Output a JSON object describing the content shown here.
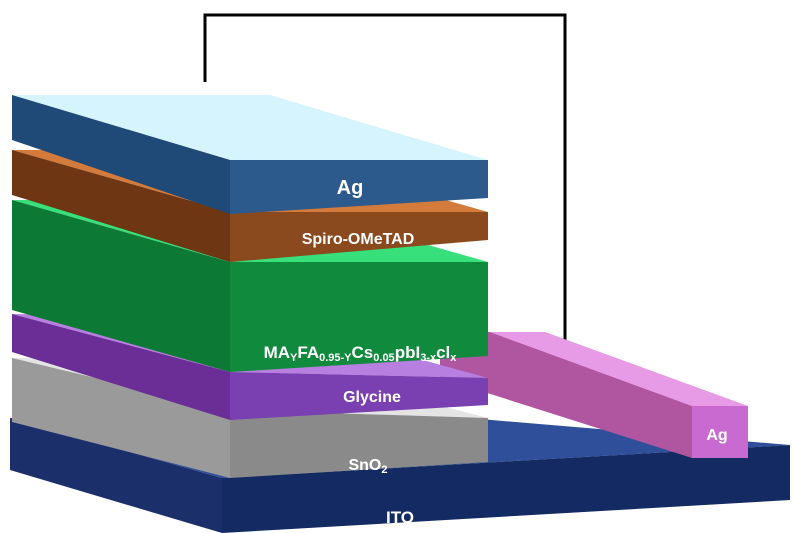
{
  "layers": {
    "top_ag": "Ag",
    "spiro": "Spiro-OMeTAD",
    "perovskite": {
      "p1": "MA",
      "s1": "Y",
      "p2": "FA",
      "s2": "0.95-Y",
      "p3": "Cs",
      "s3": "0.05",
      "p4": "pbI",
      "s4": "3-x",
      "p5": "cl",
      "s5": "x"
    },
    "glycine": "Glycine",
    "sno2": {
      "main": "SnO",
      "sub": "2"
    },
    "side_ag": "Ag",
    "ito": "ITO"
  },
  "colors": {
    "ito": "#1f3a7a",
    "sno2": "#8a8a8a",
    "glycine": "#7a3fb0",
    "perovskite": "#0f8a3c",
    "spiro": "#8a4a1e",
    "top_ag": "#2d5a8c",
    "side_ag": "#c85fd0",
    "wire": "#000000"
  }
}
